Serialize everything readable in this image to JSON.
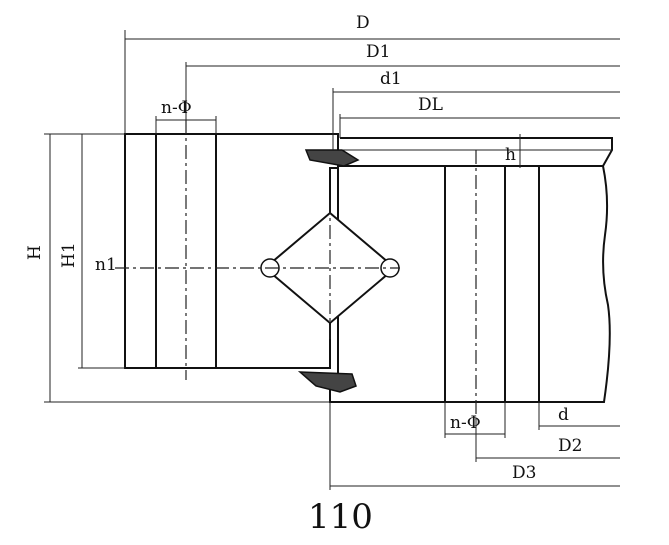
{
  "diagram": {
    "caption": "110",
    "labels": {
      "D": "D",
      "D1": "D1",
      "d1": "d1",
      "DL": "DL",
      "h": "h",
      "H": "H",
      "H1": "H1",
      "n1": "n1",
      "hole_top": "n-Φ",
      "hole_bottom": "n-Φ",
      "d": "d",
      "D2": "D2",
      "D3": "D3"
    }
  }
}
